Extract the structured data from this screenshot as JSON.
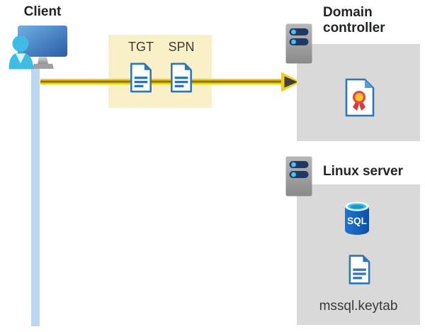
{
  "client": {
    "label": "Client"
  },
  "token_box": {
    "items": [
      {
        "label": "TGT",
        "icon": "document-icon"
      },
      {
        "label": "SPN",
        "icon": "document-icon"
      }
    ]
  },
  "domain_controller": {
    "label": "Domain controller",
    "icons": [
      "server-icon",
      "certificate-icon"
    ]
  },
  "linux_server": {
    "label": "Linux server",
    "sql_label": "SQL",
    "keytab_label": "mssql.keytab",
    "icons": [
      "server-icon",
      "sql-database-icon",
      "document-icon"
    ]
  },
  "connections": {
    "auth_arrow": "client-to-domain-controller",
    "timeline": "client-vertical-line"
  },
  "colors": {
    "arrow_yellow": "#f7ce0a",
    "arrow_stripe": "#867312",
    "arrowhead_dark": "#3f4042",
    "token_box_bg": "#faf0c8",
    "panel_bg": "#d9d9d9",
    "timeline_blue": "#bdd7f0",
    "document_blue": "#2e75b6",
    "server_bar_navy": "#203864",
    "server_dot_cyan": "#49c3ea",
    "sql_body_blue": "#1568c4",
    "person_cyan": "#3fbce6",
    "heading_text": "#222426",
    "label_text": "#3a3a3a"
  }
}
